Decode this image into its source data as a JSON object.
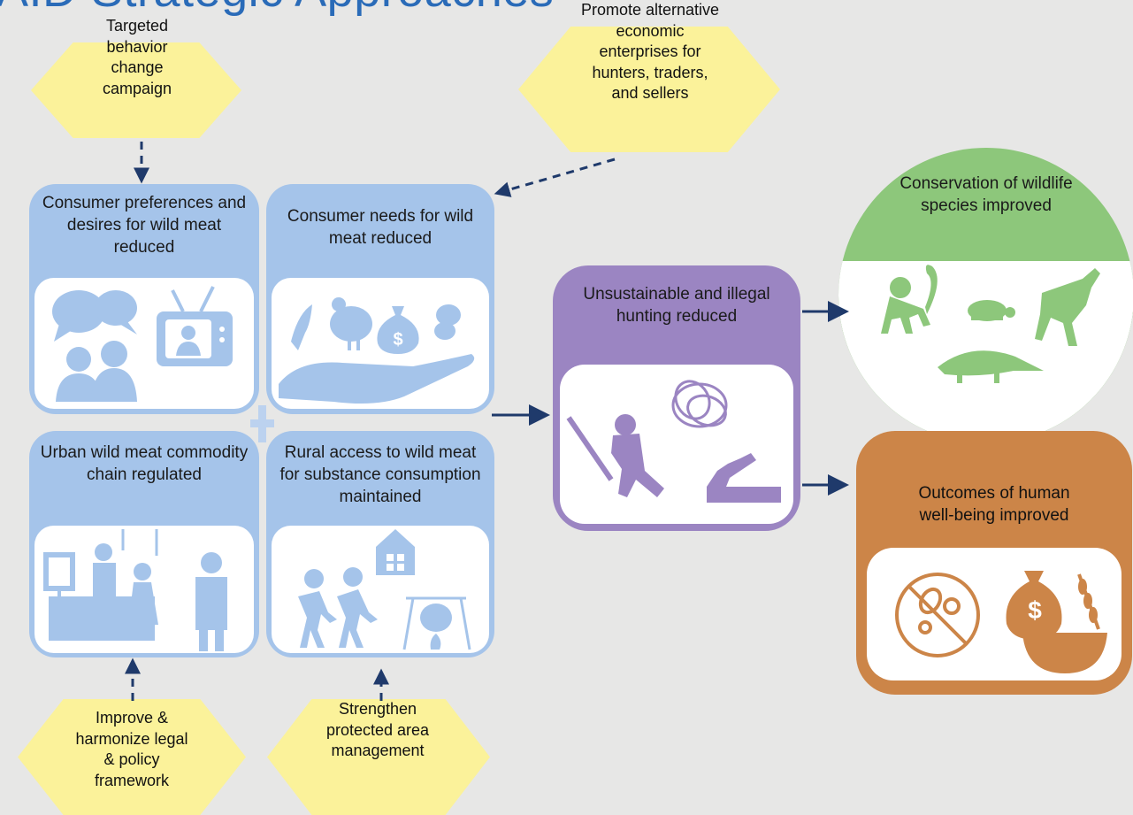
{
  "title": "AID Strategic Approaches",
  "colors": {
    "title": "#2a6bb8",
    "blue_box": "#a5c4ea",
    "blue_icon": "#a5c4ea",
    "purple_box": "#9b85c2",
    "green_circle": "#8dc77b",
    "orange_box": "#cc8548",
    "hexagon": "#fbf29a",
    "arrow": "#1f3a6b"
  },
  "strategies": {
    "behavior": "Targeted behavior change campaign",
    "enterprises": "Promote alternative economic enterprises for hunters, traders, and sellers",
    "legal": "Improve & harmonize legal & policy framework",
    "protected": "Strengthen protected area management"
  },
  "boxes": {
    "preferences": {
      "label": "Consumer preferences and desires for wild meat reduced",
      "icons": [
        "speech-bubbles-icon",
        "people-icon",
        "television-icon"
      ]
    },
    "needs": {
      "label": "Consumer needs for wild meat reduced",
      "icons": [
        "fish-icon",
        "chicken-icon",
        "money-bag-icon",
        "beans-icon",
        "open-hand-icon"
      ]
    },
    "urban": {
      "label": "Urban wild meat commodity chain regulated",
      "icons": [
        "market-stall-icon",
        "shopper-icon"
      ]
    },
    "rural": {
      "label": "Rural access to wild meat for substance consumption maintained",
      "icons": [
        "walking-people-icon",
        "house-icon",
        "cooking-pot-icon"
      ]
    },
    "hunting": {
      "label": "Unsustainable and illegal hunting reduced",
      "icons": [
        "hunter-icon",
        "snare-icon",
        "trap-icon"
      ]
    },
    "conservation": {
      "label": "Conservation of wildlife species improved",
      "icons": [
        "monkey-icon",
        "turtle-icon",
        "antelope-icon",
        "pangolin-icon"
      ]
    },
    "wellbeing": {
      "label": "Outcomes of human well-being improved",
      "icons": [
        "no-disease-icon",
        "money-bag-icon",
        "food-bowl-icon"
      ]
    }
  }
}
